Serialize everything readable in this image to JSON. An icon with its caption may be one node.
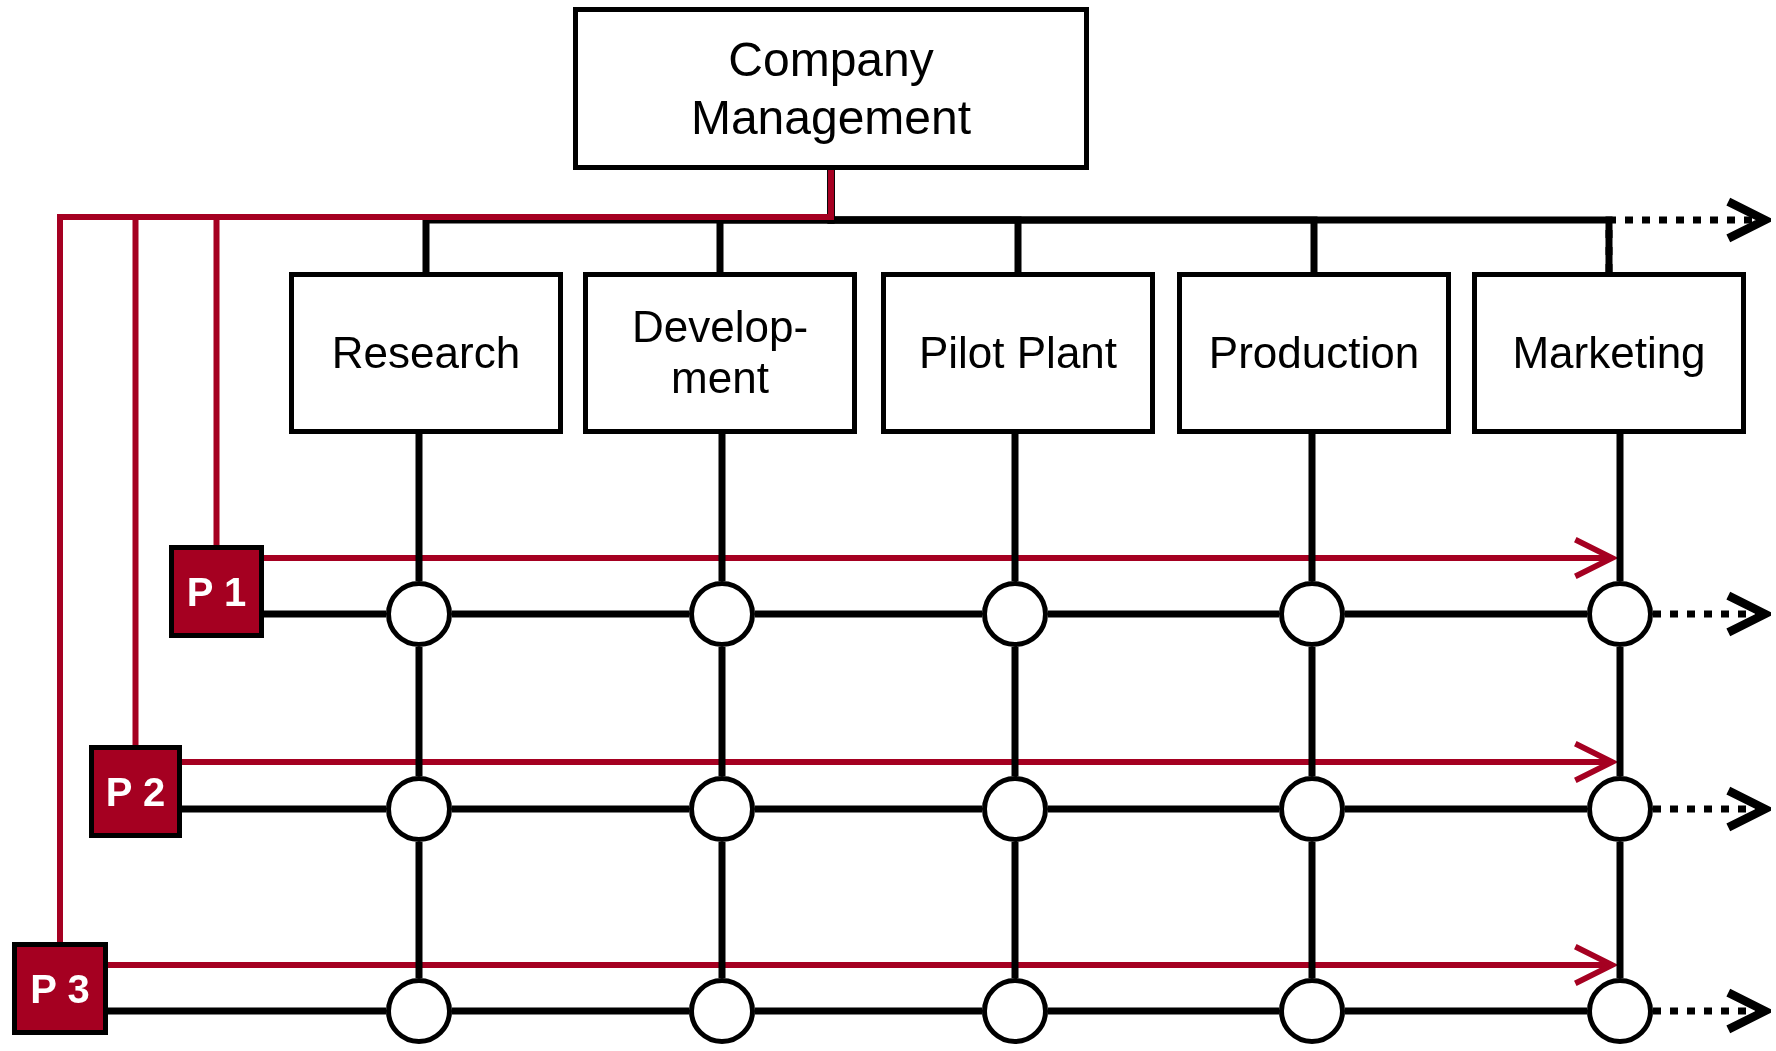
{
  "diagram": {
    "nodes": [
      {
        "text": [
          "Company Management"
        ]
      },
      {
        "text": [
          "Research"
        ]
      },
      {
        "text": [
          "Develop- ment"
        ]
      },
      {
        "text": [
          "Pilot Plant"
        ]
      },
      {
        "text": [
          "Production"
        ]
      },
      {
        "text": [
          "Marketing"
        ]
      },
      {
        "text": [
          "P 1"
        ]
      },
      {
        "text": [
          "P 2"
        ]
      },
      {
        "text": [
          "P 3"
        ]
      },
      {
        "text": [],
        "shape": "circle"
      },
      {
        "text": [],
        "shape": "circle"
      },
      {
        "text": [],
        "shape": "circle"
      },
      {
        "text": [],
        "shape": "circle"
      },
      {
        "text": [],
        "shape": "circle"
      },
      {
        "text": [],
        "shape": "circle"
      },
      {
        "text": [],
        "shape": "circle"
      },
      {
        "text": [],
        "shape": "circle"
      },
      {
        "text": [],
        "shape": "circle"
      },
      {
        "text": [],
        "shape": "circle"
      },
      {
        "text": [],
        "shape": "circle"
      },
      {
        "text": [],
        "shape": "circle"
      },
      {
        "text": [],
        "shape": "circle"
      },
      {
        "text": [],
        "shape": "circle"
      },
      {
        "text": [],
        "shape": "circle"
      }
    ],
    "edges": [
      {
        "from": 0,
        "to": 1,
        "arrow": "none"
      },
      {
        "from": 0,
        "to": 2,
        "arrow": "none"
      },
      {
        "from": 0,
        "to": 3,
        "arrow": "none"
      },
      {
        "from": 0,
        "to": 4,
        "arrow": "none"
      },
      {
        "from": 0,
        "to": 5,
        "arrow": "none"
      },
      {
        "from": 5,
        "to": null,
        "arrow": "to",
        "style": "dashed"
      },
      {
        "from": 0,
        "to": 6,
        "arrow": "none",
        "color": "#a50021"
      },
      {
        "from": 0,
        "to": 7,
        "arrow": "none",
        "color": "#a50021"
      },
      {
        "from": 0,
        "to": 8,
        "arrow": "none",
        "color": "#a50021"
      },
      {
        "from": 6,
        "to": 13,
        "arrow": "to",
        "color": "#a50021"
      },
      {
        "from": 7,
        "to": 18,
        "arrow": "to",
        "color": "#a50021"
      },
      {
        "from": 8,
        "to": 23,
        "arrow": "to",
        "color": "#a50021"
      },
      {
        "from": 1,
        "to": 9,
        "arrow": "none"
      },
      {
        "from": 9,
        "to": 14,
        "arrow": "none"
      },
      {
        "from": 14,
        "to": 19,
        "arrow": "none"
      },
      {
        "from": 2,
        "to": 10,
        "arrow": "none"
      },
      {
        "from": 10,
        "to": 15,
        "arrow": "none"
      },
      {
        "from": 15,
        "to": 20,
        "arrow": "none"
      },
      {
        "from": 3,
        "to": 11,
        "arrow": "none"
      },
      {
        "from": 11,
        "to": 16,
        "arrow": "none"
      },
      {
        "from": 16,
        "to": 21,
        "arrow": "none"
      },
      {
        "from": 4,
        "to": 12,
        "arrow": "none"
      },
      {
        "from": 12,
        "to": 17,
        "arrow": "none"
      },
      {
        "from": 17,
        "to": 22,
        "arrow": "none"
      },
      {
        "from": 5,
        "to": 13,
        "arrow": "none"
      },
      {
        "from": 13,
        "to": 18,
        "arrow": "none"
      },
      {
        "from": 18,
        "to": 23,
        "arrow": "none"
      },
      {
        "from": 6,
        "to": 9,
        "arrow": "none"
      },
      {
        "from": 9,
        "to": 10,
        "arrow": "none"
      },
      {
        "from": 10,
        "to": 11,
        "arrow": "none"
      },
      {
        "from": 11,
        "to": 12,
        "arrow": "none"
      },
      {
        "from": 12,
        "to": 13,
        "arrow": "none"
      },
      {
        "from": 7,
        "to": 14,
        "arrow": "none"
      },
      {
        "from": 14,
        "to": 15,
        "arrow": "none"
      },
      {
        "from": 15,
        "to": 16,
        "arrow": "none"
      },
      {
        "from": 16,
        "to": 17,
        "arrow": "none"
      },
      {
        "from": 17,
        "to": 18,
        "arrow": "none"
      },
      {
        "from": 8,
        "to": 19,
        "arrow": "none"
      },
      {
        "from": 19,
        "to": 20,
        "arrow": "none"
      },
      {
        "from": 20,
        "to": 21,
        "arrow": "none"
      },
      {
        "from": 21,
        "to": 22,
        "arrow": "none"
      },
      {
        "from": 22,
        "to": 23,
        "arrow": "none"
      },
      {
        "from": 13,
        "to": null,
        "arrow": "to",
        "style": "dashed"
      },
      {
        "from": 18,
        "to": null,
        "arrow": "to",
        "style": "dashed"
      },
      {
        "from": 23,
        "to": null,
        "arrow": "to",
        "style": "dashed"
      }
    ]
  }
}
